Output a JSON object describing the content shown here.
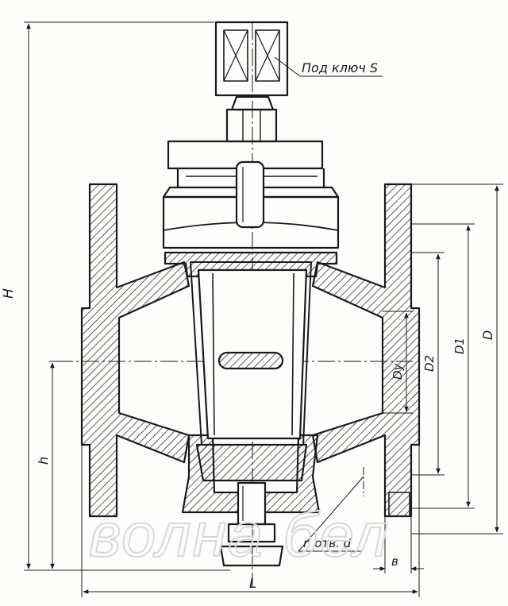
{
  "labels": {
    "wrench": "Под ключ S",
    "holes": "n отв. d",
    "H": "H",
    "h": "h",
    "L": "L",
    "b": "в",
    "Dy": "Dy",
    "D2": "D2",
    "D1": "D1",
    "D": "D"
  },
  "watermark": "волна бел",
  "colors": {
    "line": "#1a1a1a",
    "hatch": "#1a1a1a",
    "paper": "#fdfdfb"
  }
}
